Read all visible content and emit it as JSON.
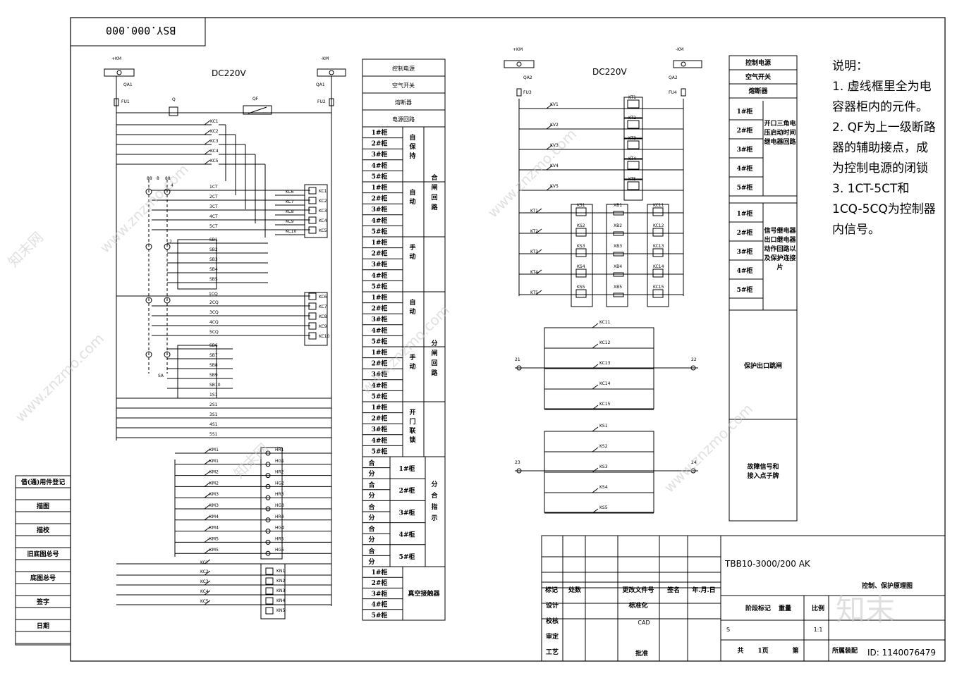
{
  "drawing": {
    "code_mirrored": "BSY.000.000",
    "dc_left": "DC220V",
    "dc_right": "DC220V",
    "pos_left": "+KM",
    "neg_left": "-KM",
    "pos_right": "+KM",
    "neg_right": "-KM"
  },
  "left_circuit": {
    "labels": {
      "qa1_l": "QA1",
      "qa1_r": "QA1",
      "fu1": "FU1",
      "fu2": "FU2",
      "q": "Q",
      "qf": "QF",
      "sa": "SA"
    },
    "kc": [
      "KC1",
      "KC2",
      "KC3",
      "KC4",
      "KC5"
    ],
    "ct": [
      "1CT",
      "2CT",
      "3CT",
      "4CT",
      "5CT"
    ],
    "kc_right_top": [
      "KC6",
      "KC7",
      "KC8",
      "KC9",
      "KC10"
    ],
    "kc_box_top": [
      "KC1",
      "KC2",
      "KC3",
      "KC4",
      "KC5"
    ],
    "sb_top": [
      "SB1",
      "SB2",
      "SB3",
      "SB4",
      "SB5"
    ],
    "cq": [
      "1CQ",
      "2CQ",
      "3CQ",
      "4CQ",
      "5CQ"
    ],
    "kc_box_bottom": [
      "KC6",
      "KC7",
      "KC8",
      "KC9",
      "KC10"
    ],
    "sb_bottom": [
      "SB6",
      "SB7",
      "SB8",
      "SB9",
      "SB10"
    ],
    "s1": [
      "1S1",
      "2S1",
      "3S1",
      "4S1",
      "5S1"
    ],
    "km": [
      "KM1",
      "KM1",
      "KM2",
      "KM2",
      "KM3",
      "KM3",
      "KM4",
      "KM4",
      "KM5",
      "KM5"
    ],
    "hr": [
      "HR1",
      "HG1",
      "HR2",
      "HG2",
      "HR3",
      "HG3",
      "HR4",
      "HG4",
      "HR5",
      "HG5"
    ],
    "kc_bot": [
      "KC1",
      "KC2",
      "KC3",
      "KC4",
      "KC5"
    ],
    "kn": [
      "KN1",
      "KN2",
      "KN3",
      "KN4",
      "KN5"
    ]
  },
  "mid_table": {
    "header": [
      "控制电源",
      "空气开关",
      "熔断器",
      "电源回路"
    ],
    "cabinets": [
      "1#柜",
      "2#柜",
      "3#柜",
      "4#柜",
      "5#柜"
    ],
    "groups": [
      {
        "sub": "自保持",
        "main": "合闸回路"
      },
      {
        "sub": "自动",
        "main": ""
      },
      {
        "sub": "手动",
        "main": ""
      },
      {
        "sub": "自动",
        "main": "分闸回路"
      },
      {
        "sub": "手动",
        "main": ""
      },
      {
        "sub": "开门联锁",
        "main": ""
      }
    ],
    "he": "合",
    "fen": "分",
    "indicator": "分合指示",
    "vacuum": "真空接触器"
  },
  "right_circuit": {
    "labels": {
      "qa2_l": "QA2",
      "qa2_r": "QA2",
      "fu3": "FU3",
      "fu4": "FU4"
    },
    "kv": [
      "KV1",
      "KV2",
      "KV3",
      "KV4",
      "KV5"
    ],
    "kt": [
      "KT1",
      "KT2",
      "KT3",
      "KT4",
      "KT5"
    ],
    "ktb": [
      "KT1",
      "KT2",
      "KT3",
      "KT4",
      "KT5"
    ],
    "ks": [
      "KS1",
      "KS2",
      "KS3",
      "KS4",
      "KS5"
    ],
    "xb": [
      "XB1",
      "XB2",
      "XB3",
      "XB4",
      "XB5"
    ],
    "kc": [
      "KC11",
      "KC12",
      "KC13",
      "KC14",
      "KC15"
    ],
    "kc_par": [
      "KC11",
      "KC12",
      "KC13",
      "KC14",
      "KC15"
    ],
    "ks_par": [
      "KS1",
      "KS2",
      "KS3",
      "KS4",
      "KS5"
    ],
    "nodes": [
      "21",
      "22",
      "23",
      "24"
    ]
  },
  "right_table": {
    "header": [
      "控制电源",
      "空气开关",
      "熔断器"
    ],
    "cabinets": [
      "1#柜",
      "2#柜",
      "3#柜",
      "4#柜",
      "5#柜"
    ],
    "group1": "开口三角电压启动时间继电器回路",
    "group2": "信号继电器出口继电器动作回路以及保护连接片",
    "protect": "保护出口跳闸",
    "signal": "故障信号和接入点子牌"
  },
  "notes": {
    "title": "说明：",
    "items": [
      "1. 虚线框里全为电容器柜内的元件。",
      "2. QF为上一级断路器的辅助接点，成为控制电源的闭锁",
      "3. 1CT-5CT和1CQ-5CQ为控制器内信号。"
    ]
  },
  "side_table": {
    "rows": [
      "借(通)用件登记",
      "描图",
      "描校",
      "旧底图总号",
      "底图总号",
      "签字",
      "日期"
    ]
  },
  "title_block": {
    "model": "TBB10-3000/200 AK",
    "cols": [
      "标记",
      "处数",
      "更改文件号",
      "签名",
      "年.月.日"
    ],
    "rows": [
      "设计",
      "校核",
      "审定",
      "工艺"
    ],
    "std": "标准化",
    "cad": "CAD",
    "approve": "批准",
    "stage": "阶段标记",
    "weight": "重量",
    "scale": "比例",
    "s": "S",
    "ratio": "1:1",
    "total": "共",
    "pages": "1页",
    "page_no": "第",
    "drawing_name": "控制、保护原理图",
    "owner": "所属装配",
    "id": "ID: 1140076479"
  },
  "watermark": {
    "site": "www.znzmo.com",
    "brand": "知末网",
    "logo": "知末"
  }
}
